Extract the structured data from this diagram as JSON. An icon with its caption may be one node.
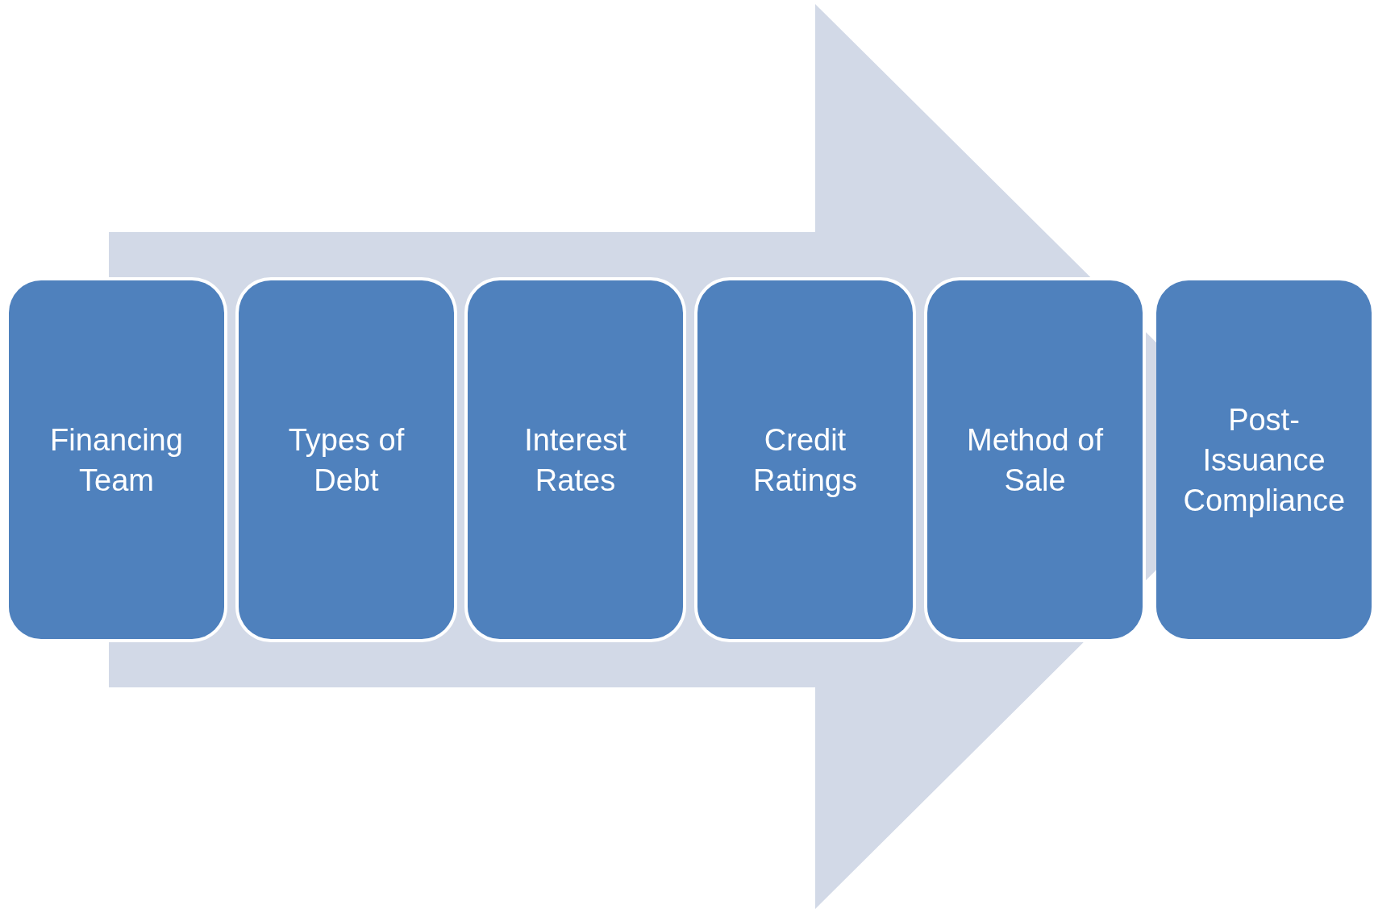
{
  "diagram": {
    "nodes": [
      {
        "text": [
          "Financing Team"
        ]
      },
      {
        "text": [
          "Types of Debt"
        ]
      },
      {
        "text": [
          "Interest Rates"
        ]
      },
      {
        "text": [
          "Credit Ratings"
        ]
      },
      {
        "text": [
          "Method of Sale"
        ]
      },
      {
        "text": [
          "Post-Issuance Compliance"
        ]
      }
    ],
    "edges": [
      {
        "from": 0,
        "to": 5,
        "arrow": "to"
      }
    ]
  }
}
